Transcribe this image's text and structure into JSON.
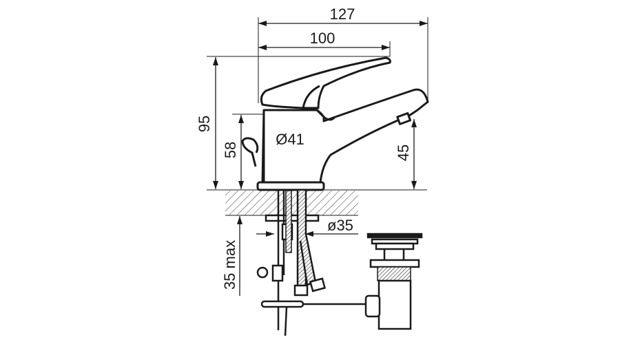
{
  "drawing": {
    "dimensions": {
      "overall_length": "127",
      "lever_length": "100",
      "overall_height": "95",
      "body_height": "58",
      "body_diameter": "Ø41",
      "spout_height": "45",
      "hole_diameter": "ø35",
      "max_deck_thickness": "35 max"
    },
    "colors": {
      "line": "#1a1a1a",
      "background": "#ffffff"
    }
  }
}
